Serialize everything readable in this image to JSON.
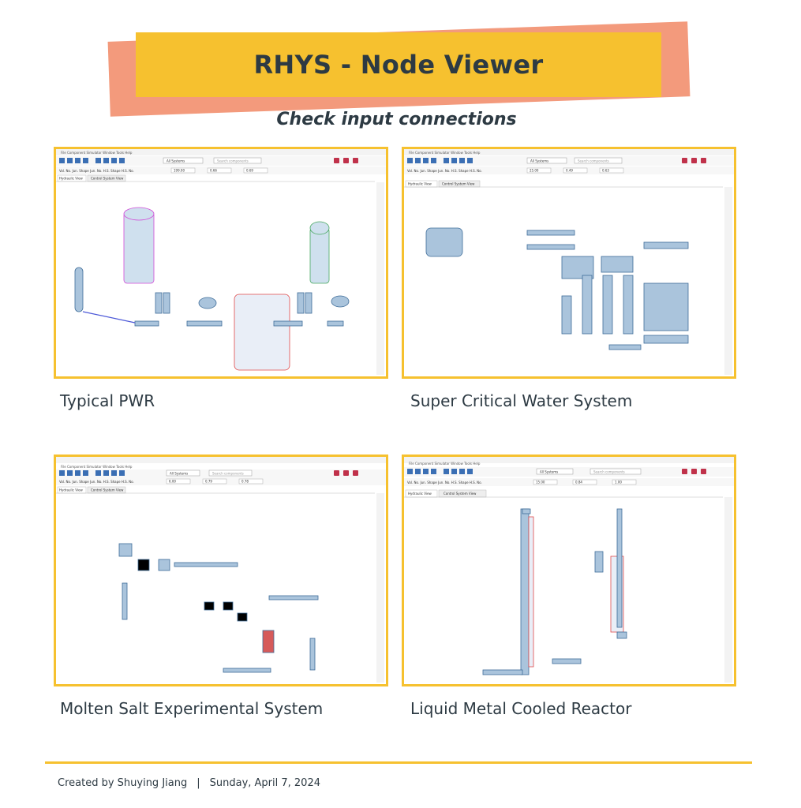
{
  "header": {
    "title": "RHYS - Node Viewer",
    "subtitle": "Check input connections"
  },
  "ui": {
    "menu": [
      "File",
      "Component",
      "Simulator",
      "Window",
      "Tools",
      "Help"
    ],
    "tabs": [
      "Hydraulic View",
      "Control System View"
    ],
    "systems_select": "All Systems",
    "search_placeholder": "Search components",
    "labels": [
      "Vol. No.",
      "Jun. Shape",
      "Jun. No.",
      "H.S. Shape",
      "H.S. No."
    ]
  },
  "panels": [
    {
      "caption": "Typical PWR",
      "values": [
        "199.00",
        "0.66",
        "0.69"
      ]
    },
    {
      "caption": "Super Critical Water System",
      "values": [
        "25.00",
        "0.49",
        "0.63"
      ]
    },
    {
      "caption": "Molten Salt Experimental System",
      "values": [
        "6.00",
        "0.79",
        "0.78"
      ]
    },
    {
      "caption": "Liquid Metal Cooled Reactor",
      "values": [
        "15.00",
        "0.84",
        "1.00"
      ]
    }
  ],
  "footer": {
    "author": "Created by Shuying Jiang",
    "separator": "|",
    "date": "Sunday, April 7, 2024"
  },
  "colors": {
    "accent": "#f6c12f",
    "banner_back": "#f39a7c",
    "text": "#2d3a43",
    "node_fill": "#aac4dc",
    "node_stroke": "#3f6d99"
  }
}
